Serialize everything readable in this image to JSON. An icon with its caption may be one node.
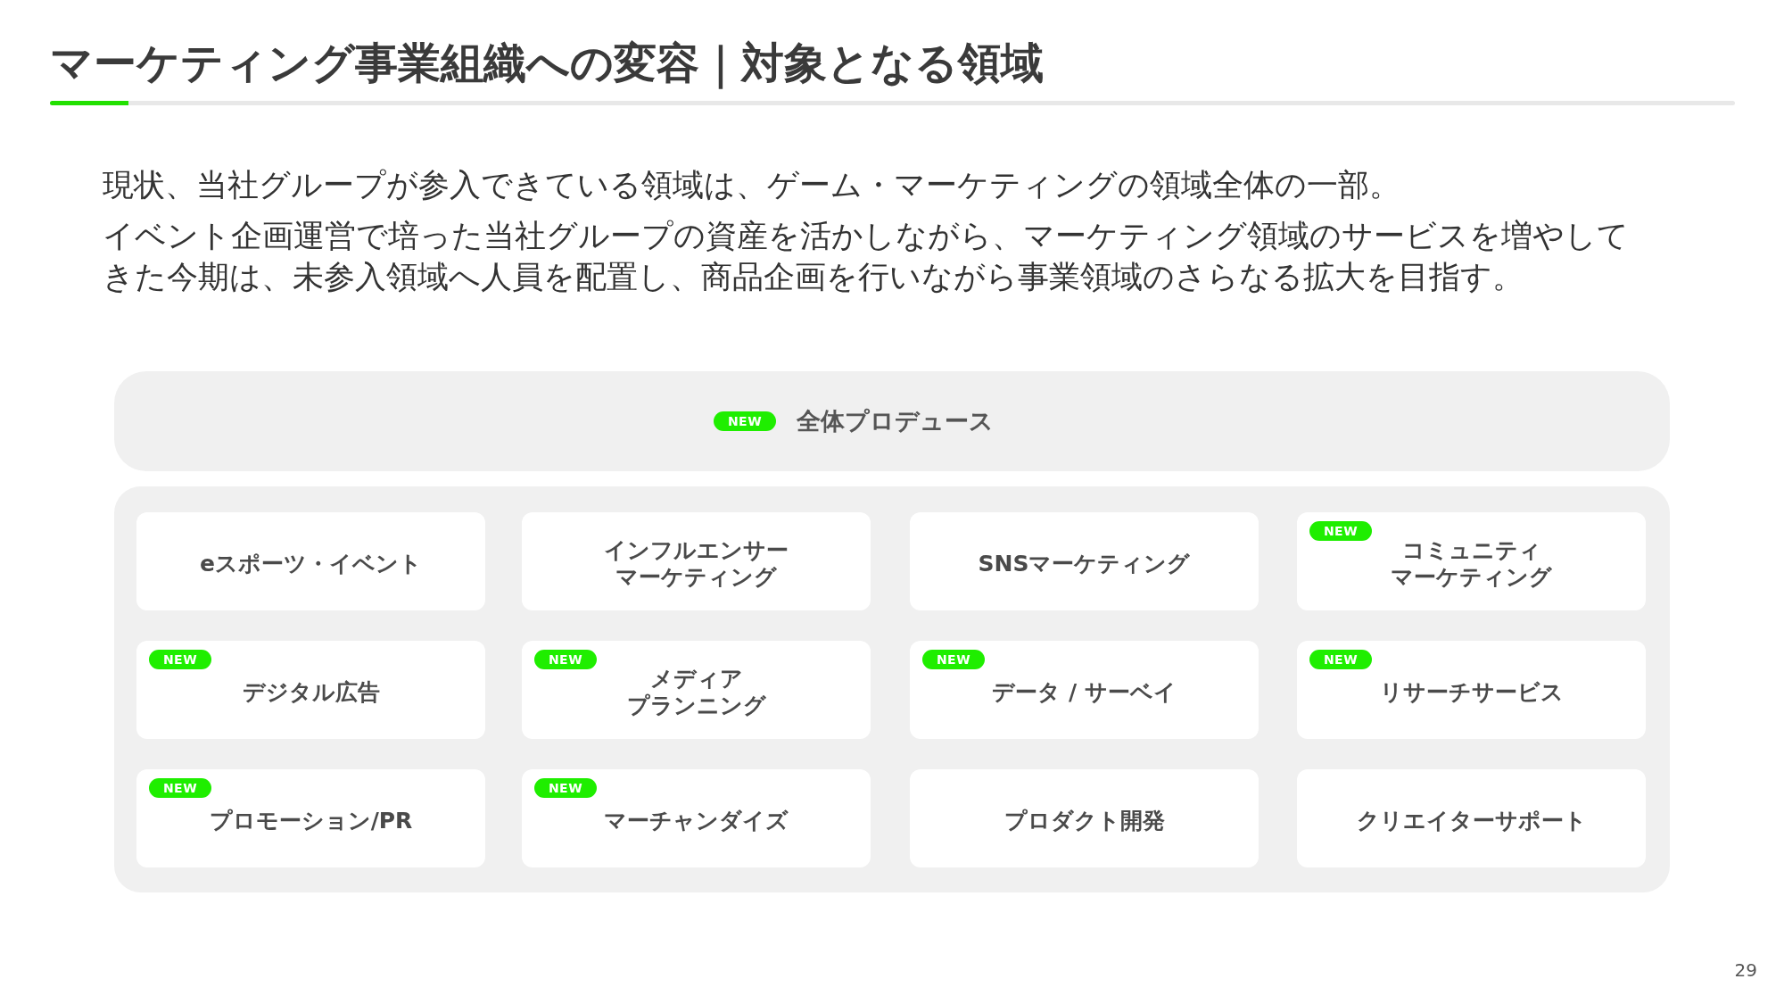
{
  "diagram": {
    "title": "マーケティング事業組織への変容｜対象となる領域",
    "nodes": [
      {
        "text": [
          "全体プロデュース"
        ]
      },
      {
        "text": [
          "NEW"
        ],
        "in": 0
      },
      {
        "text": [],
        "shape": "box"
      },
      {
        "text": [
          "eスポーツ・イベント"
        ],
        "in": 2
      },
      {
        "text": [
          "インフルエンサーマーケティング"
        ],
        "in": 2
      },
      {
        "text": [
          "SNSマーケティング"
        ],
        "in": 2
      },
      {
        "text": [
          "コミュニティマーケティング"
        ],
        "in": 2
      },
      {
        "text": [
          "NEW"
        ],
        "in": 6
      },
      {
        "text": [
          "デジタル広告"
        ],
        "in": 2
      },
      {
        "text": [
          "NEW"
        ],
        "in": 8
      },
      {
        "text": [
          "メディアプランニング"
        ],
        "in": 2
      },
      {
        "text": [
          "NEW"
        ],
        "in": 10
      },
      {
        "text": [
          "データ / サーベイ"
        ],
        "in": 2
      },
      {
        "text": [
          "NEW"
        ],
        "in": 12
      },
      {
        "text": [
          "リサーチサービス"
        ],
        "in": 2
      },
      {
        "text": [
          "NEW"
        ],
        "in": 14
      },
      {
        "text": [
          "プロモーション/PR"
        ],
        "in": 2
      },
      {
        "text": [
          "NEW"
        ],
        "in": 16
      },
      {
        "text": [
          "マーチャンダイズ"
        ],
        "in": 2
      },
      {
        "text": [
          "NEW"
        ],
        "in": 18
      },
      {
        "text": [
          "プロダクト開発"
        ],
        "in": 2
      },
      {
        "text": [
          "クリエイターサポート"
        ],
        "in": 2
      }
    ],
    "labels": [
      "現状、当社グループが参入できている領域は、ゲーム・マーケティングの領域全体の一部。",
      "イベント企画運営で培った当社グループの資産を活かしながら、マーケティング領域のサービスを増やしてきた今期は、未参入領域へ人員を配置し、商品企画を行いながら事業領域のさらなる拡大を目指す。",
      "29"
    ]
  }
}
